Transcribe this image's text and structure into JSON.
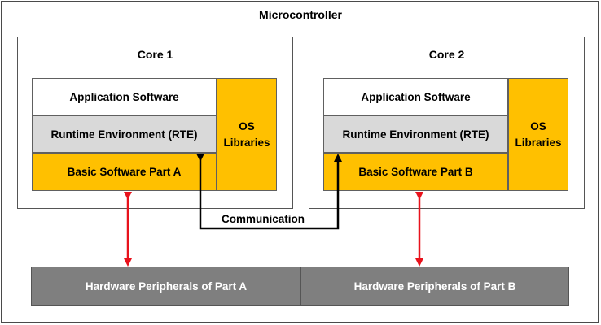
{
  "title": "Microcontroller",
  "cores": [
    {
      "name": "Core 1",
      "application": "Application Software",
      "rte": "Runtime Environment (RTE)",
      "bsw": "Basic Software Part A",
      "os_line1": "OS",
      "os_line2": "Libraries"
    },
    {
      "name": "Core 2",
      "application": "Application Software",
      "rte": "Runtime Environment (RTE)",
      "bsw": "Basic Software Part B",
      "os_line1": "OS",
      "os_line2": "Libraries"
    }
  ],
  "communication": "Communication",
  "hardware": [
    "Hardware Peripherals of Part A",
    "Hardware Peripherals of Part B"
  ],
  "colors": {
    "bsw_os": "#ffc000",
    "rte": "#d9d9d9",
    "hardware": "#7f7f7f",
    "red_arrow": "#e8121c",
    "comm_arrow": "#000000"
  }
}
